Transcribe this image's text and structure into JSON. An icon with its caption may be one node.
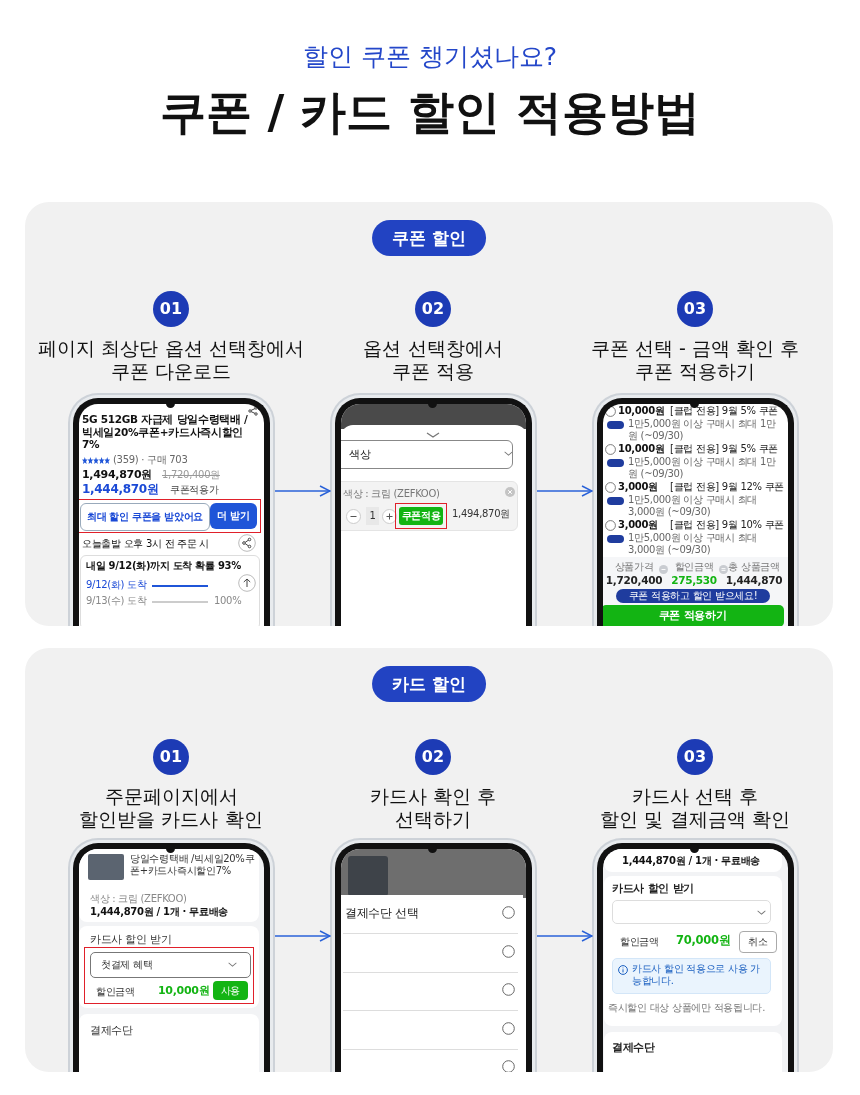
{
  "diagram": {
    "title": "쿠폰 / 카드 할인 적용방법",
    "nodes": [
      {
        "text": [
          "쿠폰 할인"
        ]
      },
      {
        "text": [
          "5G 512GB 자급제 당일수령택배 / 빅세일20%쿠폰+카드사즉시할인7%",
          "(359) · 구매 703",
          "1,494,870원",
          "1,720,400원",
          "1,444,870원",
          "쿠폰적용가",
          "최대 할인 쿠폰을 받았어요",
          "더 받기",
          "오늘출발 오후 3시 전 주문 시",
          "내일 9/12(화)까지 도착 확률 93%",
          "9/12(화) 도착",
          "9/13(수) 도착",
          "100%"
        ],
        "in": 0,
        "beside": [
          "01",
          "페이지 최상단 옵션 선택창에서 쿠폰 다운로드"
        ]
      },
      {
        "text": [
          "색상",
          "색상 : 크림 (ZEFKOO)",
          "1",
          "쿠폰적용",
          "1,494,870원"
        ],
        "in": 0,
        "beside": [
          "02",
          "옵션 선택창에서 쿠폰 적용"
        ]
      },
      {
        "text": [
          "10,000원",
          "[클럽 전용] 9월 5% 쿠폰",
          "1만5,000원 이상 구매시 최대 1만원 (~09/30)",
          "10,000원",
          "[클럽 전용] 9월 5% 쿠폰",
          "1만5,000원 이상 구매시 최대 1만원 (~09/30)",
          "3,000원",
          "[클럽 전용] 9월 12% 쿠폰",
          "1만5,000원 이상 구매시 최대 3,000원 (~09/30)",
          "3,000원",
          "[클럽 전용] 9월 10% 쿠폰",
          "1만5,000원 이상 구매시 최대 3,000원 (~09/30)",
          "상품가격",
          "1,720,400",
          "할인금액",
          "275,530",
          "총 상품금액",
          "1,444,870",
          "쿠폰 적용하고 할인 받으세요!",
          "쿠폰 적용하기"
        ],
        "in": 0,
        "beside": [
          "03",
          "쿠폰 선택 - 금액 확인 후 쿠폰 적용하기"
        ]
      },
      {
        "text": [
          "카드 할인"
        ]
      },
      {
        "text": [
          "당일수령택배 /빅세일20%쿠폰+카드사즉시할인7%",
          "색상 : 크림 (ZEFKOO)",
          "1,444,870원 / 1개 · 무료배송",
          "카드사 할인 받기",
          "첫결제 혜택",
          "할인금액",
          "10,000원",
          "사용",
          "결제수단"
        ],
        "in": 4,
        "beside": [
          "01",
          "주문페이지에서 할인받을 카드사 확인"
        ]
      },
      {
        "text": [
          "결제수단 선택"
        ],
        "in": 4,
        "beside": [
          "02",
          "카드사 확인 후 선택하기"
        ]
      },
      {
        "text": [
          "1,444,870원 / 1개 · 무료배송",
          "카드사 할인 받기",
          "할인금액",
          "70,000원",
          "취소",
          "카드사 할인 적용으로 사용 가능합니다.",
          "즉시할인 대상 상품에만 적용됩니다.",
          "결제수단"
        ],
        "in": 4,
        "beside": [
          "03",
          "카드사 선택 후 할인 및 결제금액 확인"
        ]
      }
    ],
    "edges": [
      {
        "from": 1,
        "to": 2,
        "arrow": "to"
      },
      {
        "from": 2,
        "to": 3,
        "arrow": "to"
      },
      {
        "from": 5,
        "to": 6,
        "arrow": "to"
      },
      {
        "from": 6,
        "to": 7,
        "arrow": "to"
      }
    ],
    "labels": [
      "할인 쿠폰 챙기셨나요?"
    ]
  }
}
